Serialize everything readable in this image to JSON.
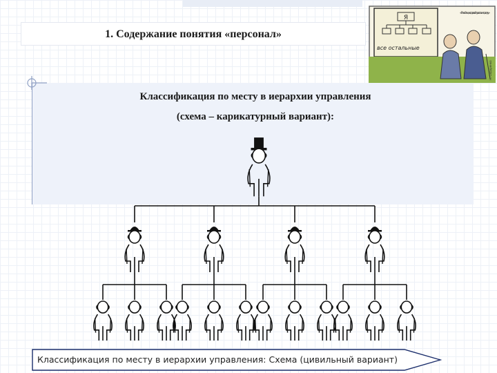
{
  "header": {
    "title": "1. Содержание понятия «персонал»"
  },
  "cartoon": {
    "board_top": "Я",
    "board_bottom": "все остальные",
    "caption": "«Я люблю, когда всё просто и по делу»",
    "signature": "Н. Сидоренко"
  },
  "content": {
    "subtitle_line1": "Классификация по месту в иерархии управления",
    "subtitle_line2": "(схема – карикатурный вариант):"
  },
  "hierarchy": {
    "levels": [
      {
        "role": "top-hat-boss",
        "count": 1
      },
      {
        "role": "bowler-hat-manager",
        "count": 4
      },
      {
        "role": "hatless-employee",
        "count": 12
      }
    ]
  },
  "footer": {
    "link_label": "Классификация по месту в иерархии управления: Схема (цивильный вариант)"
  }
}
